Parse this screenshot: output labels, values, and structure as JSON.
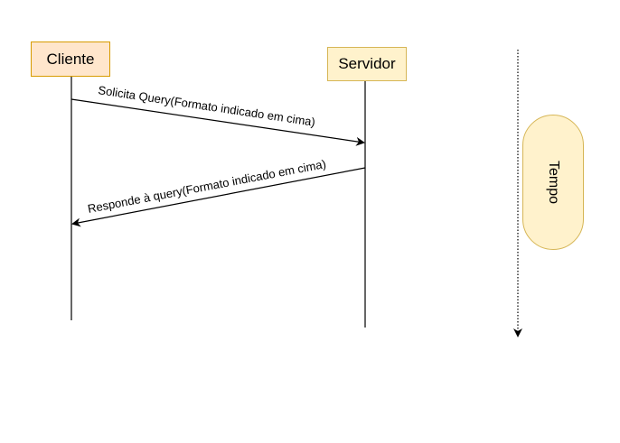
{
  "actors": {
    "client": "Cliente",
    "server": "Servidor"
  },
  "messages": {
    "request": "Solicita Query(Formato indicado em cima)",
    "response": "Responde à query(Formato indicado em cima)"
  },
  "time_axis": {
    "label": "Tempo"
  },
  "colors": {
    "client_fill": "#ffe6cc",
    "client_border": "#d79b00",
    "server_fill": "#fff2cc",
    "server_border": "#d6b656",
    "line": "#000000"
  }
}
